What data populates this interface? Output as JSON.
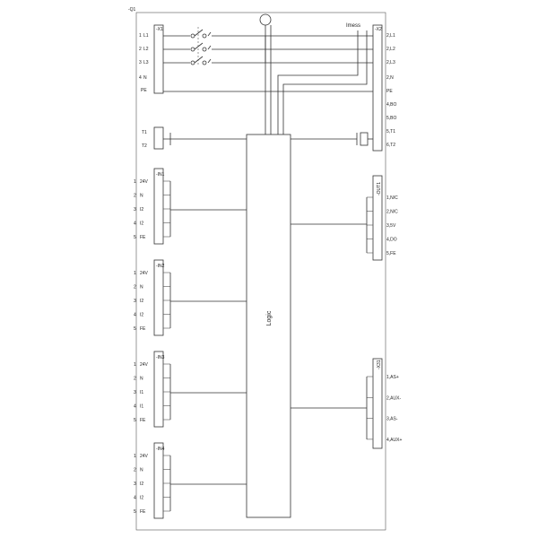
{
  "device_tag": "-Q1",
  "logic_label": "Logic",
  "imess_label": "Imess",
  "x1": {
    "tag": "-X1",
    "pins": [
      {
        "num": "1",
        "name": "L1"
      },
      {
        "num": "2",
        "name": "L2"
      },
      {
        "num": "3",
        "name": "L3"
      },
      {
        "num": "4",
        "name": "N"
      },
      {
        "num": "",
        "name": "PE"
      }
    ]
  },
  "x2": {
    "tag": "-X2",
    "pins": [
      "2,L1",
      "2,L2",
      "2,L3",
      "2,N",
      "PE",
      "4,BO",
      "5,BO",
      "5,T1",
      "6,T2"
    ]
  },
  "thermistor": {
    "pins": [
      "T1",
      "T2"
    ]
  },
  "inputs": [
    {
      "tag": "-IN1",
      "pins": [
        {
          "num": "1",
          "name": "24V"
        },
        {
          "num": "2",
          "name": "N"
        },
        {
          "num": "3",
          "name": "I2"
        },
        {
          "num": "4",
          "name": "I2"
        },
        {
          "num": "5",
          "name": "FE"
        }
      ]
    },
    {
      "tag": "-IN2",
      "pins": [
        {
          "num": "1",
          "name": "24V"
        },
        {
          "num": "2",
          "name": "N"
        },
        {
          "num": "3",
          "name": "I2"
        },
        {
          "num": "4",
          "name": "I2"
        },
        {
          "num": "5",
          "name": "FE"
        }
      ]
    },
    {
      "tag": "-IN3",
      "pins": [
        {
          "num": "1",
          "name": "24V"
        },
        {
          "num": "2",
          "name": "N"
        },
        {
          "num": "3",
          "name": "I1"
        },
        {
          "num": "4",
          "name": "I1"
        },
        {
          "num": "5",
          "name": "FE"
        }
      ]
    },
    {
      "tag": "-IN4",
      "pins": [
        {
          "num": "1",
          "name": "24V"
        },
        {
          "num": "2",
          "name": "N"
        },
        {
          "num": "3",
          "name": "I2"
        },
        {
          "num": "4",
          "name": "I2"
        },
        {
          "num": "5",
          "name": "FE"
        }
      ]
    }
  ],
  "out1": {
    "tag": "-OUT1",
    "pins": [
      "1,N/C",
      "2,N/C",
      "3,5V",
      "4,DO",
      "5,FE"
    ]
  },
  "x31": {
    "tag": "-X31",
    "pins": [
      "1,AS+",
      "2,AUX-",
      "3,AS-",
      "4,AUX+"
    ]
  }
}
